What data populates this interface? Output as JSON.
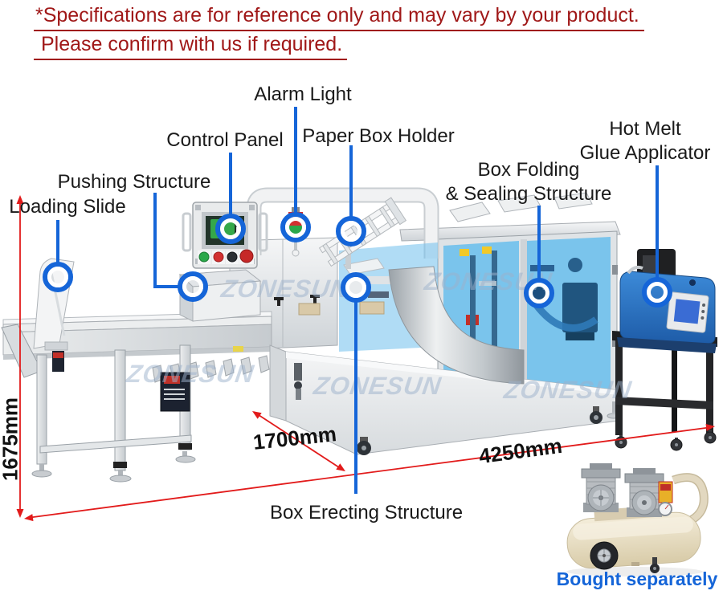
{
  "disclaimer": {
    "line1": "*Specifications are for reference only and may vary by your product.",
    "line2": "Please confirm with us if required."
  },
  "callouts": {
    "alarm_light": "Alarm Light",
    "control_panel": "Control Panel",
    "paper_box_holder": "Paper Box Holder",
    "hot_melt_1": "Hot Melt",
    "hot_melt_2": "Glue Applicator",
    "box_folding_1": "Box Folding",
    "box_folding_2": "& Sealing Structure",
    "pushing_structure": "Pushing Structure",
    "loading_slide": "Loading Slide",
    "box_erecting_structure": "Box Erecting Structure"
  },
  "dimensions": {
    "height": "1675mm",
    "depth": "1700mm",
    "length": "4250mm"
  },
  "watermark": "ZONESUN",
  "accessory_note": "Bought separately",
  "colors": {
    "callout_blue": "#1565d8",
    "dimension_red": "#e21b1b",
    "disclaimer_red": "#a01818",
    "note_blue": "#1565d8",
    "watermark_blue_gray": "#9db2cc"
  }
}
